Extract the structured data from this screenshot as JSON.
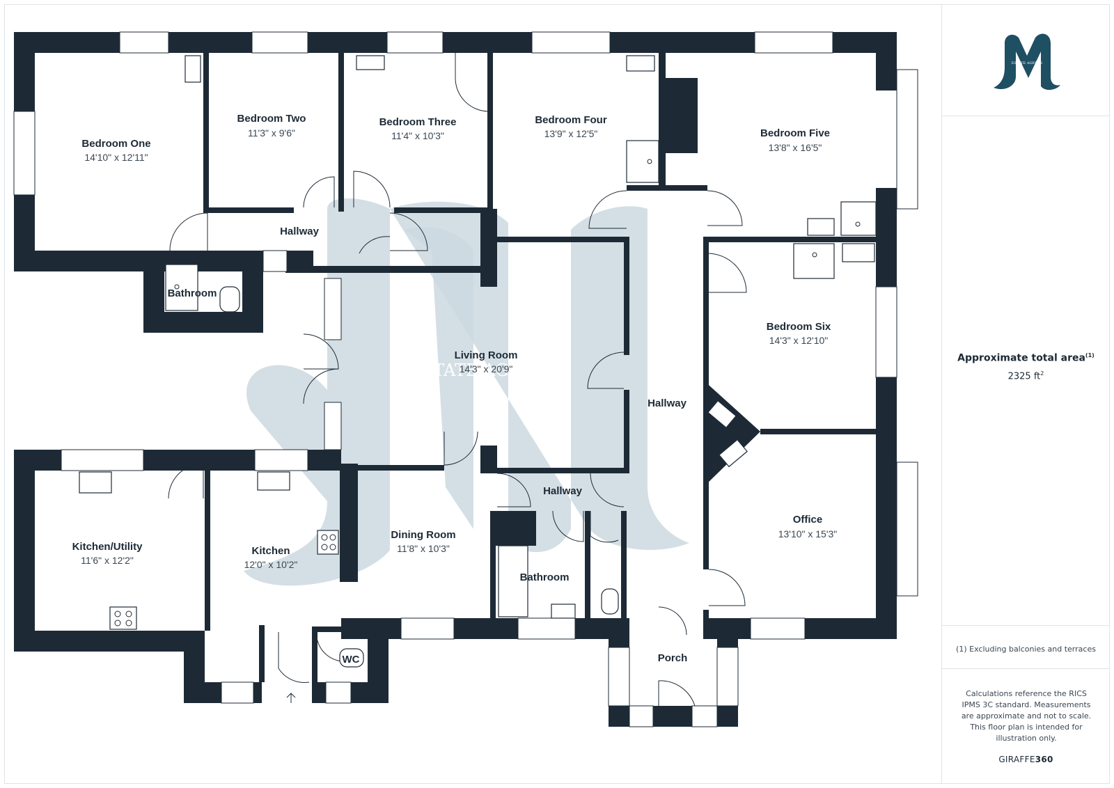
{
  "rooms": {
    "bedroom_one": {
      "name": "Bedroom One",
      "dims": "14'10\" x 12'11\""
    },
    "bedroom_two": {
      "name": "Bedroom Two",
      "dims": "11'3\" x 9'6\""
    },
    "bedroom_three": {
      "name": "Bedroom Three",
      "dims": "11'4\" x 10'3\""
    },
    "bedroom_four": {
      "name": "Bedroom Four",
      "dims": "13'9\" x 12'5\""
    },
    "bedroom_five": {
      "name": "Bedroom Five",
      "dims": "13'8\" x 16'5\""
    },
    "bedroom_six": {
      "name": "Bedroom Six",
      "dims": "14'3\" x 12'10\""
    },
    "living_room": {
      "name": "Living Room",
      "dims": "14'3\" x 20'9\""
    },
    "dining_room": {
      "name": "Dining Room",
      "dims": "11'8\" x 10'3\""
    },
    "kitchen": {
      "name": "Kitchen",
      "dims": "12'0\" x 10'2\""
    },
    "kitchen_utility": {
      "name": "Kitchen/Utility",
      "dims": "11'6\" x 12'2\""
    },
    "office": {
      "name": "Office",
      "dims": "13'10\" x 15'3\""
    },
    "hallway_top": {
      "name": "Hallway"
    },
    "hallway_right": {
      "name": "Hallway"
    },
    "hallway_middle": {
      "name": "Hallway"
    },
    "bathroom_left": {
      "name": "Bathroom"
    },
    "bathroom_middle": {
      "name": "Bathroom"
    },
    "wc": {
      "name": "WC"
    },
    "porch": {
      "name": "Porch"
    }
  },
  "watermark": {
    "text": "ESTATE AGENTS"
  },
  "logo": {
    "mark": "M",
    "caption": "ESTATE AGENTS"
  },
  "sidebar": {
    "area_title": "Approximate total area",
    "area_title_note": "(1)",
    "area_value": "2325 ft",
    "area_unit_sup": "2",
    "footnote": "(1) Excluding balconies and terraces",
    "calc_note": "Calculations reference the RICS IPMS 3C standard. Measurements are approximate and not to scale. This floor plan is intended for illustration only.",
    "brand_light": "GIRAFFE",
    "brand_bold": "360"
  },
  "colors": {
    "wall": "#1d2a36",
    "watermark": "#ccd9e0",
    "logo": "#1f4f63"
  }
}
